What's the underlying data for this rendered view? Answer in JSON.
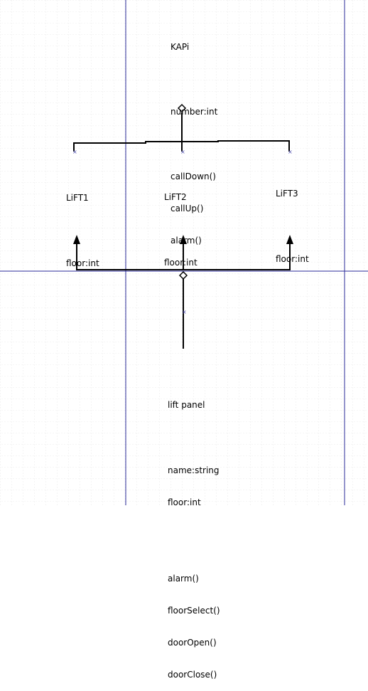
{
  "classes": {
    "kapi": {
      "name": "KAPi",
      "attributes": [
        "number:int"
      ],
      "methods": [
        "callDown()",
        "callUp()",
        "alarm()"
      ]
    },
    "lift1": {
      "name": "LiFT1",
      "attributes": [
        "floor:int"
      ]
    },
    "lift2": {
      "name": "LiFT2",
      "attributes": [
        "floor:int"
      ]
    },
    "lift3": {
      "name": "LiFT3",
      "attributes": [
        "floor:int"
      ]
    },
    "panel": {
      "name": "lift panel",
      "attributes": [
        "name:string",
        "floor:int"
      ],
      "methods": [
        "alarm()",
        "floorSelect()",
        "doorOpen()",
        "doorClose()"
      ]
    }
  },
  "colors": {
    "grid": "#d8d8d8",
    "guide": "#2b2b9a",
    "line": "#000000"
  }
}
